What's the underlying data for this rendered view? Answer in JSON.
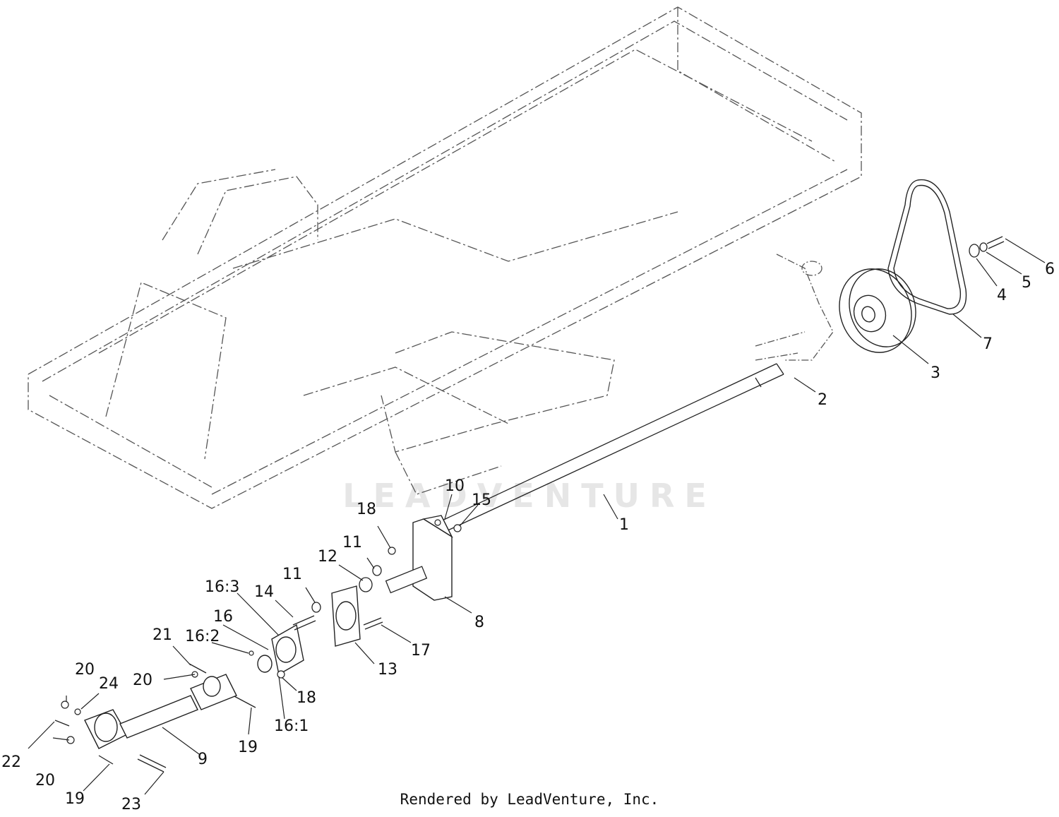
{
  "watermark": {
    "text": "LEADVENTURE"
  },
  "footer": {
    "text": "Rendered by LeadVenture, Inc."
  },
  "callouts": [
    {
      "id": "1",
      "text": "1"
    },
    {
      "id": "2",
      "text": "2"
    },
    {
      "id": "3",
      "text": "3"
    },
    {
      "id": "4",
      "text": "4"
    },
    {
      "id": "5",
      "text": "5"
    },
    {
      "id": "6",
      "text": "6"
    },
    {
      "id": "7",
      "text": "7"
    },
    {
      "id": "8",
      "text": "8"
    },
    {
      "id": "9",
      "text": "9"
    },
    {
      "id": "10",
      "text": "10"
    },
    {
      "id": "11a",
      "text": "11"
    },
    {
      "id": "11b",
      "text": "11"
    },
    {
      "id": "12",
      "text": "12"
    },
    {
      "id": "13",
      "text": "13"
    },
    {
      "id": "14",
      "text": "14"
    },
    {
      "id": "15",
      "text": "15"
    },
    {
      "id": "16",
      "text": "16"
    },
    {
      "id": "16_1",
      "text": "16:1"
    },
    {
      "id": "16_2",
      "text": "16:2"
    },
    {
      "id": "16_3",
      "text": "16:3"
    },
    {
      "id": "17",
      "text": "17"
    },
    {
      "id": "18a",
      "text": "18"
    },
    {
      "id": "18b",
      "text": "18"
    },
    {
      "id": "19a",
      "text": "19"
    },
    {
      "id": "19b",
      "text": "19"
    },
    {
      "id": "20a",
      "text": "20"
    },
    {
      "id": "20b",
      "text": "20"
    },
    {
      "id": "20c",
      "text": "20"
    },
    {
      "id": "21",
      "text": "21"
    },
    {
      "id": "22",
      "text": "22"
    },
    {
      "id": "23",
      "text": "23"
    },
    {
      "id": "24",
      "text": "24"
    }
  ]
}
